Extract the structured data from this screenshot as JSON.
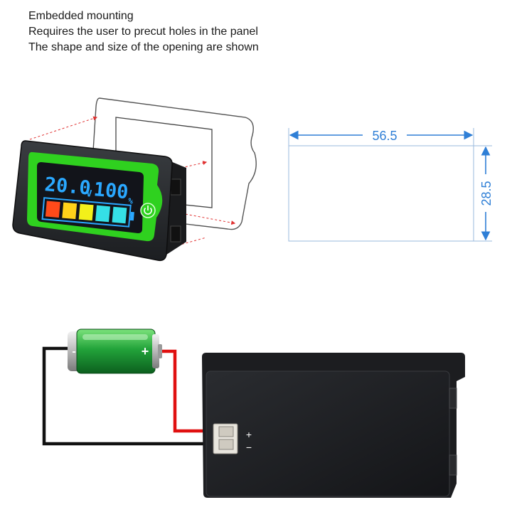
{
  "caption": {
    "line1": "Embedded mounting",
    "line2": "Requires the user to precut holes in the panel",
    "line3": "The shape and size of the opening are shown"
  },
  "meter_display": {
    "voltage": "20.0",
    "voltage_unit": "V",
    "percent": "100",
    "percent_unit": "%",
    "bar_colors": [
      "#ff4a1a",
      "#ffd21a",
      "#f3f01a",
      "#35e0e6",
      "#35e0e6"
    ],
    "lcd_color": "#2aa8ff",
    "frame_color": "#2fd11f",
    "power_icon": "power-icon"
  },
  "cutout_dimensions": {
    "width": "56.5",
    "height": "28.5",
    "line_color": "#2f7fd6"
  },
  "wiring": {
    "battery_plus": "+",
    "battery_minus": "-",
    "terminal_plus": "+",
    "terminal_minus": "−",
    "positive_wire_color": "#e01010",
    "negative_wire_color": "#111111"
  }
}
